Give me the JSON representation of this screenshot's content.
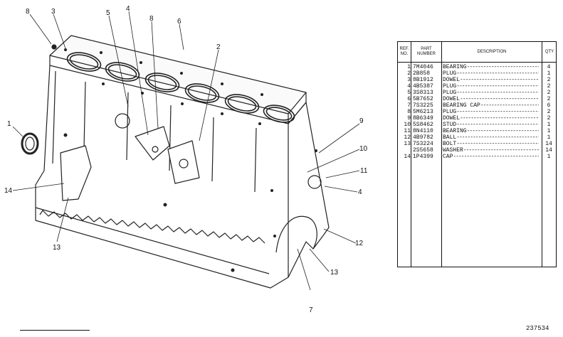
{
  "callouts": {
    "c8a": "8",
    "c3": "3",
    "c5": "5",
    "c4a": "4",
    "c8b": "8",
    "c6": "6",
    "c2": "2",
    "c1": "1",
    "c9": "9",
    "c10": "10",
    "c11": "11",
    "c4b": "4",
    "c14": "14",
    "c13a": "13",
    "c12": "12",
    "c13b": "13",
    "c7": "7"
  },
  "table": {
    "headers": {
      "ref": "REF. NO.",
      "part": "PART NUMBER",
      "desc": "DESCRIPTION",
      "qty": "QTY"
    },
    "rows": [
      {
        "ref": "1",
        "part": "7M4046",
        "desc": "BEARING",
        "qty": "4"
      },
      {
        "ref": "2",
        "part": "2B858",
        "desc": "PLUG",
        "qty": "1"
      },
      {
        "ref": "3",
        "part": "8B1912",
        "desc": "DOWEL",
        "qty": "2"
      },
      {
        "ref": "4",
        "part": "4B5387",
        "desc": "PLUG",
        "qty": "2"
      },
      {
        "ref": "5",
        "part": "3S8313",
        "desc": "PLUG",
        "qty": "2"
      },
      {
        "ref": "6",
        "part": "5B7652",
        "desc": "DOWEL",
        "qty": "2"
      },
      {
        "ref": "7",
        "part": "7S3225",
        "desc": "BEARING CAP",
        "qty": "6"
      },
      {
        "ref": "8",
        "part": "5M6213",
        "desc": "PLUG",
        "qty": "2"
      },
      {
        "ref": "9",
        "part": "8B6349",
        "desc": "DOWEL",
        "qty": "2"
      },
      {
        "ref": "10",
        "part": "5S8462",
        "desc": "STUD",
        "qty": "1"
      },
      {
        "ref": "11",
        "part": "8N4110",
        "desc": "BEARING",
        "qty": "1"
      },
      {
        "ref": "12",
        "part": "4B9782",
        "desc": "BALL",
        "qty": "1"
      },
      {
        "ref": "13",
        "part": "7S3224",
        "desc": "BOLT",
        "qty": "14"
      },
      {
        "ref": "",
        "part": "2S5658",
        "desc": "WASHER",
        "qty": "14"
      },
      {
        "ref": "14",
        "part": "1P4399",
        "desc": "CAP",
        "qty": "1"
      }
    ]
  },
  "illustration_number": "237534"
}
